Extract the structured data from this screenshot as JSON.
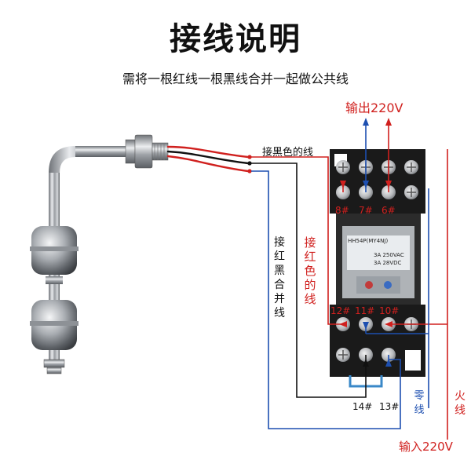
{
  "title": "接线说明",
  "subtitle": "需将一根红线一根黑线合并一起做公共线",
  "labels": {
    "output_220v": "输出220V",
    "connect_black": "接黑色的线",
    "connect_red_black_merged": "接红黑合并线",
    "connect_red": "接红色的线",
    "neutral": "零线",
    "live": "火线",
    "input_220v": "输入220V"
  },
  "terminals": {
    "t8": "8#",
    "t7": "7#",
    "t6": "6#",
    "t12": "12#",
    "t11": "11#",
    "t10": "10#",
    "t14": "14#",
    "t13": "13#"
  },
  "relay": {
    "model": "HH54P(MY4NJ)",
    "rating_ac": "3A 250VAC",
    "rating_dc": "3A 28VDC"
  },
  "colors": {
    "red_wire": "#d0201e",
    "blue_wire": "#1d4fb0",
    "black_wire": "#111111",
    "base": "#1a1a1a",
    "stainless": "#b9bcc0"
  }
}
